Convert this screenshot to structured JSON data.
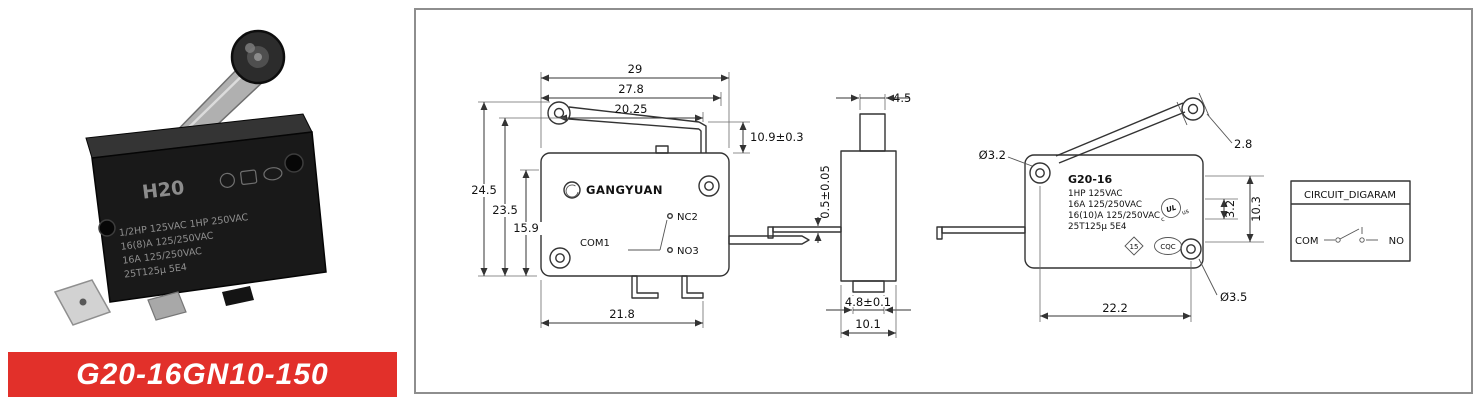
{
  "colors": {
    "banner_bg": "#e2302a",
    "banner_text": "#ffffff",
    "line": "#333333"
  },
  "photo": {
    "banner": "G20-16GN10-150",
    "body_marking": "H20",
    "spec_lines": [
      "1/2HP 125VAC 1HP 250VAC",
      "16(8)A 125/250VAC",
      "16A 125/250VAC",
      "25T125μ 5E4"
    ]
  },
  "front_view": {
    "brand": "GANGYUAN",
    "labels": {
      "nc": "NC2",
      "com": "COM1",
      "no": "NO3"
    },
    "dims": {
      "total_width": "29",
      "lever_width": "27.8",
      "inner_width": "20.25",
      "free_height": "10.9±0.3",
      "total_height": "24.5",
      "body_height": "23.5",
      "terminal_height": "15.9",
      "bottom_width": "21.8"
    }
  },
  "side_view": {
    "dims": {
      "plunger_width": "4.5",
      "terminal_thickness": "0.5±0.05",
      "base_width": "4.8±0.1",
      "depth": "10.1"
    }
  },
  "marking_view": {
    "model": "G20-16",
    "spec_lines": [
      "1HP 125VAC",
      "16A 125/250VAC",
      "16(10)A 125/250VAC",
      "25T125μ 5E4"
    ],
    "ul": {
      "c": "c",
      "core": "UL",
      "us": "us"
    },
    "approvals": {
      "diamond": "15",
      "cqc": "CQC"
    },
    "dims": {
      "hole_dia": "Ø3.2",
      "roller_width": "2.8",
      "pitch": "3.2",
      "height": "10.3",
      "hole_dia2": "Ø3.5",
      "hole_spacing": "22.2"
    }
  },
  "circuit": {
    "title": "CIRCUIT_DIGARAM",
    "com": "COM",
    "no": "NO"
  }
}
